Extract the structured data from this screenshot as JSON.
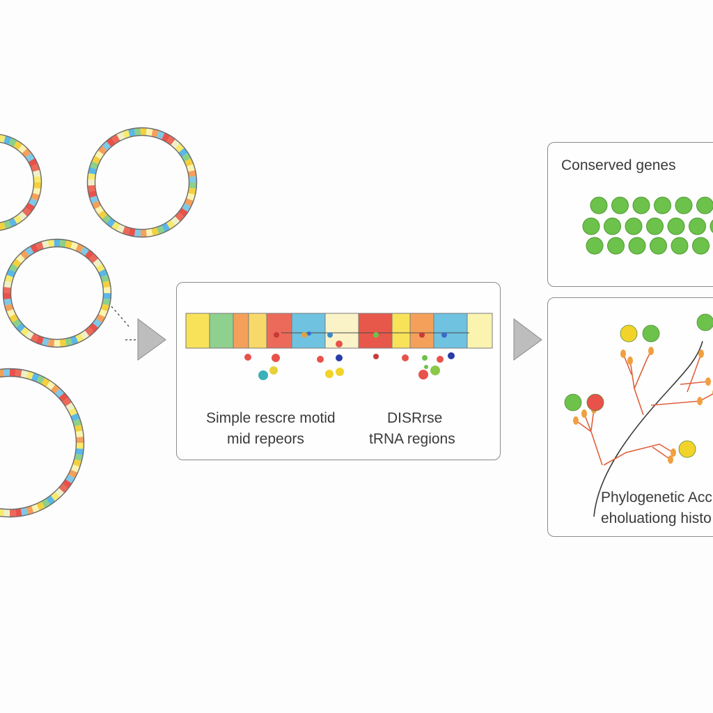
{
  "colors": {
    "ring_palette": [
      "#f4d03f",
      "#7fc8e8",
      "#f0f0c8",
      "#8cd08a",
      "#f5a05a",
      "#ec6a5a",
      "#5bb7e6",
      "#fbf3b0",
      "#e8524a",
      "#f7ea6e"
    ],
    "panel_border": "#8a8a8a",
    "arrow_fill": "#bdbdbd",
    "conserved_gene": "#6cc24a",
    "tree_branch": "#e0603c",
    "tree_trunk": "#3a3a3a"
  },
  "genomes": {
    "ring_count": 4,
    "icon": "circular-genome-icon"
  },
  "middle_panel": {
    "sequence_bar_colors": [
      "#f7e25a",
      "#8fd08e",
      "#f5a05a",
      "#f7d96a",
      "#ec6a5a",
      "#6fc2e0",
      "#fbf3c8",
      "#e8584a",
      "#f7e25a",
      "#f5a05a",
      "#6fc2e0",
      "#fbf3b0"
    ],
    "motif_label_line1": "Simple rescre motid",
    "motif_label_line2": "mid repeors",
    "trna_label_line1": "DISRrse",
    "trna_label_line2": "tRNA regions"
  },
  "conserved_panel": {
    "title": "Conserved genes",
    "gene_count": 24
  },
  "phylo_panel": {
    "caption_line1": "Phylogenetic Acc",
    "caption_line2": "eholuationg histo",
    "node_colors": [
      "#f2d32a",
      "#6cc24a",
      "#6cc24a",
      "#e8524a",
      "#f2d32a",
      "#6cc24a",
      "#6cc24a"
    ]
  }
}
